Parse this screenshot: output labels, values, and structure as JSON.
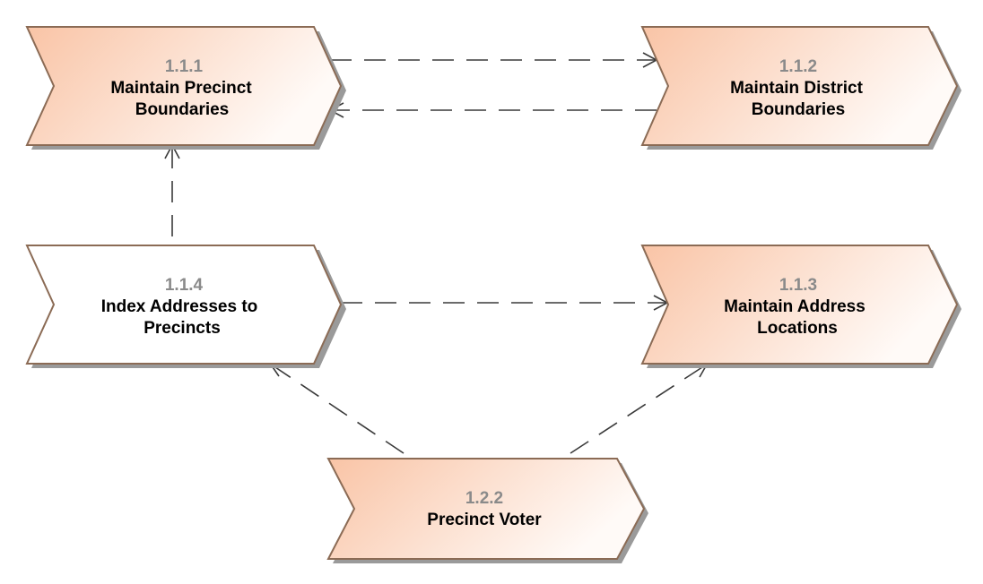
{
  "colors": {
    "fill_salmon": "#f9c9ad",
    "fill_light": "#fff7f2",
    "fill_white": "#ffffff",
    "border": "#8b6b55",
    "number_text": "#8a8a8a",
    "edge": "#3a3a3a"
  },
  "nodes": {
    "n111": {
      "number": "1.1.1",
      "label_lines": [
        "Maintain Precinct",
        "Boundaries"
      ],
      "style": "salmon"
    },
    "n112": {
      "number": "1.1.2",
      "label_lines": [
        "Maintain District",
        "Boundaries"
      ],
      "style": "salmon"
    },
    "n114": {
      "number": "1.1.4",
      "label_lines": [
        "Index Addresses to",
        "Precincts"
      ],
      "style": "white"
    },
    "n113": {
      "number": "1.1.3",
      "label_lines": [
        "Maintain Address",
        "Locations"
      ],
      "style": "salmon"
    },
    "n122": {
      "number": "1.2.2",
      "label_lines": [
        "Precinct Voter"
      ],
      "style": "salmon"
    }
  },
  "edges": [
    {
      "from": "n111",
      "to": "n112",
      "style": "dashed"
    },
    {
      "from": "n112",
      "to": "n111",
      "style": "dashed"
    },
    {
      "from": "n114",
      "to": "n111",
      "style": "dashed"
    },
    {
      "from": "n114",
      "to": "n113",
      "style": "dashed"
    },
    {
      "from": "n122",
      "to": "n114",
      "style": "dashed"
    },
    {
      "from": "n122",
      "to": "n113",
      "style": "dashed"
    }
  ]
}
